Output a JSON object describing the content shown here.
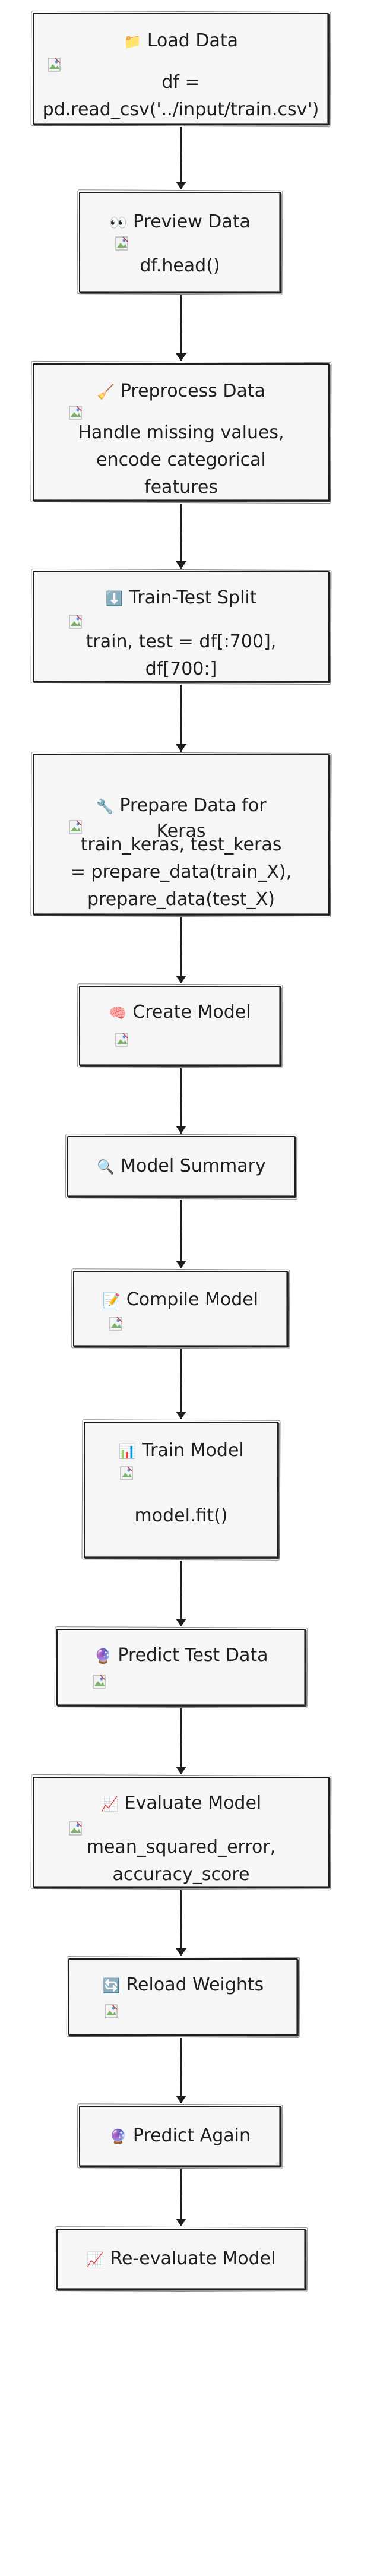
{
  "nodes": [
    {
      "id": "load",
      "icon": "folder-icon",
      "glyph": "📁",
      "title": "Load Data",
      "body": "df =\npd.read_csv('../input/train.csv')"
    },
    {
      "id": "preview",
      "icon": "eyes-icon",
      "glyph": "👀",
      "title": "Preview Data",
      "body": "df.head()"
    },
    {
      "id": "preprocess",
      "icon": "broom-icon",
      "glyph": "🧹",
      "title": "Preprocess Data",
      "body": "Handle missing values,\nencode categorical\nfeatures"
    },
    {
      "id": "split",
      "icon": "arrow-down-icon",
      "glyph": "⬇️",
      "title": "Train-Test Split",
      "body": "train, test = df[:700],\ndf[700:]"
    },
    {
      "id": "prepare",
      "icon": "wrench-icon",
      "glyph": "🔧",
      "title": "Prepare Data for\nKeras",
      "body": "train_keras, test_keras\n= prepare_data(train_X),\nprepare_data(test_X)"
    },
    {
      "id": "create",
      "icon": "brain-icon",
      "glyph": "🧠",
      "title": "Create Model",
      "body": ""
    },
    {
      "id": "summary",
      "icon": "magnifier-icon",
      "glyph": "🔍",
      "title": "Model Summary",
      "body": ""
    },
    {
      "id": "compile",
      "icon": "memo-icon",
      "glyph": "📝",
      "title": "Compile Model",
      "body": ""
    },
    {
      "id": "train",
      "icon": "bar-chart-icon",
      "glyph": "📊",
      "title": "Train Model",
      "body": "model.fit()"
    },
    {
      "id": "predict",
      "icon": "crystal-ball-icon",
      "glyph": "🔮",
      "title": "Predict Test Data",
      "body": ""
    },
    {
      "id": "evaluate",
      "icon": "chart-up-icon",
      "glyph": "📈",
      "title": "Evaluate Model",
      "body": "mean_squared_error,\naccuracy_score"
    },
    {
      "id": "reload",
      "icon": "refresh-icon",
      "glyph": "🔄",
      "title": "Reload Weights",
      "body": ""
    },
    {
      "id": "predict-again",
      "icon": "crystal-ball-icon",
      "glyph": "🔮",
      "title": "Predict Again",
      "body": ""
    },
    {
      "id": "reevaluate",
      "icon": "chart-up-icon",
      "glyph": "📈",
      "title": "Re-evaluate Model",
      "body": ""
    }
  ]
}
